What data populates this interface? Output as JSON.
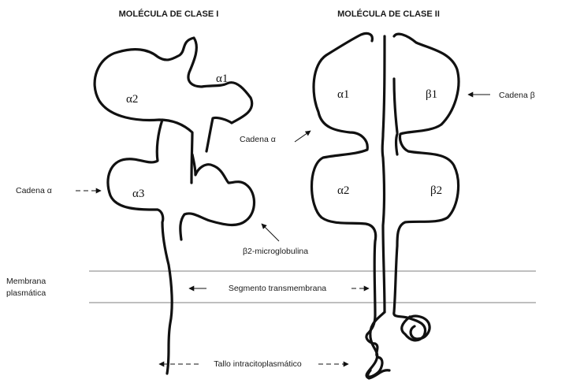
{
  "titles": {
    "class_one": "MOLÉCULA DE CLASE I",
    "class_two": "MOLÉCULA DE CLASE II"
  },
  "domains": {
    "c1_a1": "α1",
    "c1_a2": "α2",
    "c1_a3": "α3",
    "c2_a1": "α1",
    "c2_b1": "β1",
    "c2_a2": "α2",
    "c2_b2": "β2"
  },
  "labels": {
    "chain_alpha_left": "Cadena α",
    "chain_alpha_mid": "Cadena α",
    "chain_beta": "Cadena β",
    "b2_microglobulin": "β2-microglobulina",
    "membrane_line1": "Membrana",
    "membrane_line2": "plasmática",
    "transmembrane": "Segmento transmembrana",
    "cytoplasmic_tail": "Tallo intracitoplasmático"
  }
}
